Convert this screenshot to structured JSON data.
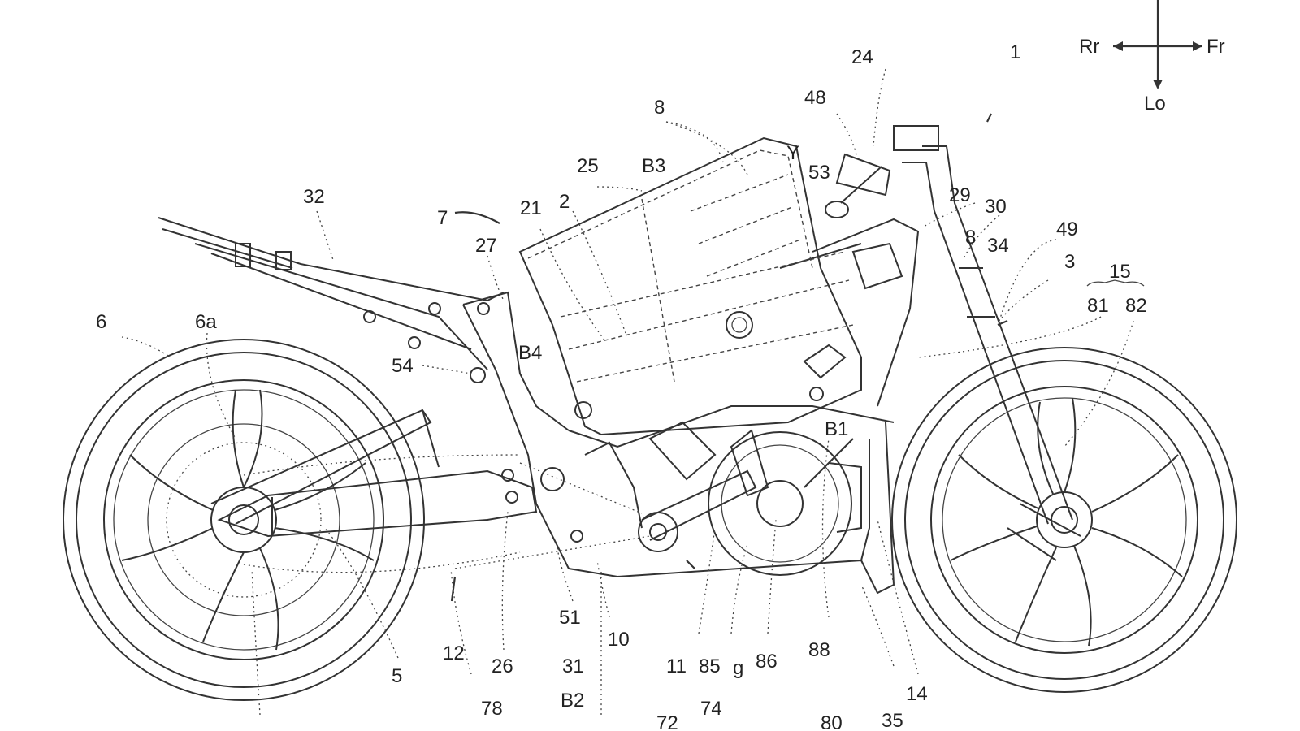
{
  "figure": {
    "background": "#ffffff",
    "line_color": "#333333",
    "reference_numerals": [
      {
        "id": "n1",
        "text": "1"
      },
      {
        "id": "n2",
        "text": "2"
      },
      {
        "id": "n3",
        "text": "3"
      },
      {
        "id": "n5",
        "text": "5"
      },
      {
        "id": "n6",
        "text": "6"
      },
      {
        "id": "n6a",
        "text": "6a"
      },
      {
        "id": "n7",
        "text": "7"
      },
      {
        "id": "n8a",
        "text": "8"
      },
      {
        "id": "n8b",
        "text": "8"
      },
      {
        "id": "n10",
        "text": "10"
      },
      {
        "id": "n11",
        "text": "11"
      },
      {
        "id": "n12",
        "text": "12"
      },
      {
        "id": "n14",
        "text": "14"
      },
      {
        "id": "n15",
        "text": "15"
      },
      {
        "id": "n21",
        "text": "21"
      },
      {
        "id": "n24",
        "text": "24"
      },
      {
        "id": "n25",
        "text": "25"
      },
      {
        "id": "n26",
        "text": "26"
      },
      {
        "id": "n27",
        "text": "27"
      },
      {
        "id": "n29",
        "text": "29"
      },
      {
        "id": "n30",
        "text": "30"
      },
      {
        "id": "n31",
        "text": "31"
      },
      {
        "id": "n32",
        "text": "32"
      },
      {
        "id": "n34",
        "text": "34"
      },
      {
        "id": "n35",
        "text": "35"
      },
      {
        "id": "n48",
        "text": "48"
      },
      {
        "id": "n49",
        "text": "49"
      },
      {
        "id": "n51",
        "text": "51"
      },
      {
        "id": "n53",
        "text": "53"
      },
      {
        "id": "n54",
        "text": "54"
      },
      {
        "id": "n74",
        "text": "74"
      },
      {
        "id": "n78",
        "text": "78"
      },
      {
        "id": "n81",
        "text": "81"
      },
      {
        "id": "n82",
        "text": "82"
      },
      {
        "id": "n85",
        "text": "85"
      },
      {
        "id": "n86",
        "text": "86"
      },
      {
        "id": "n88",
        "text": "88"
      },
      {
        "id": "nB1",
        "text": "B1"
      },
      {
        "id": "nB2",
        "text": "B2"
      },
      {
        "id": "nB3",
        "text": "B3"
      },
      {
        "id": "nB4",
        "text": "B4"
      },
      {
        "id": "nY",
        "text": "Y"
      },
      {
        "id": "ng",
        "text": "g"
      },
      {
        "id": "n72",
        "text": "72"
      },
      {
        "id": "n80",
        "text": "80"
      }
    ],
    "direction_indicator": {
      "rear": "Rr",
      "front": "Fr",
      "lower": "Lo"
    }
  }
}
